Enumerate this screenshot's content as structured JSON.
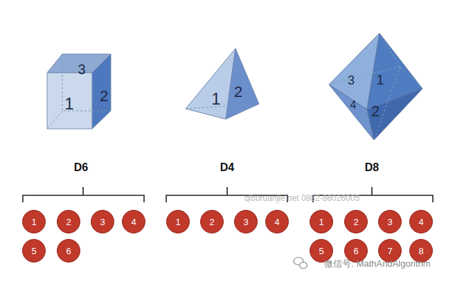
{
  "diagram": {
    "nodes": [
      {
        "text": [
          "1"
        ]
      },
      {
        "text": [
          "2"
        ]
      },
      {
        "text": [
          "3"
        ]
      },
      {
        "text": [
          "4"
        ]
      },
      {
        "text": [
          "5"
        ]
      },
      {
        "text": [
          "6"
        ]
      },
      {
        "text": [
          "1"
        ]
      },
      {
        "text": [
          "2"
        ]
      },
      {
        "text": [
          "3"
        ]
      },
      {
        "text": [
          "4"
        ]
      },
      {
        "text": [
          "1"
        ]
      },
      {
        "text": [
          "2"
        ]
      },
      {
        "text": [
          "3"
        ]
      },
      {
        "text": [
          "4"
        ]
      },
      {
        "text": [
          "5"
        ]
      },
      {
        "text": [
          "6"
        ]
      },
      {
        "text": [
          "7"
        ]
      },
      {
        "text": [
          "8"
        ]
      }
    ],
    "labels": [
      "3",
      "1",
      "2",
      "1",
      "2",
      "3",
      "1",
      "4",
      "2",
      "D6",
      "D4",
      "D8",
      "qiburuanjie.net 0882-86026005",
      "微信号: MathAndAlgorithm"
    ]
  }
}
